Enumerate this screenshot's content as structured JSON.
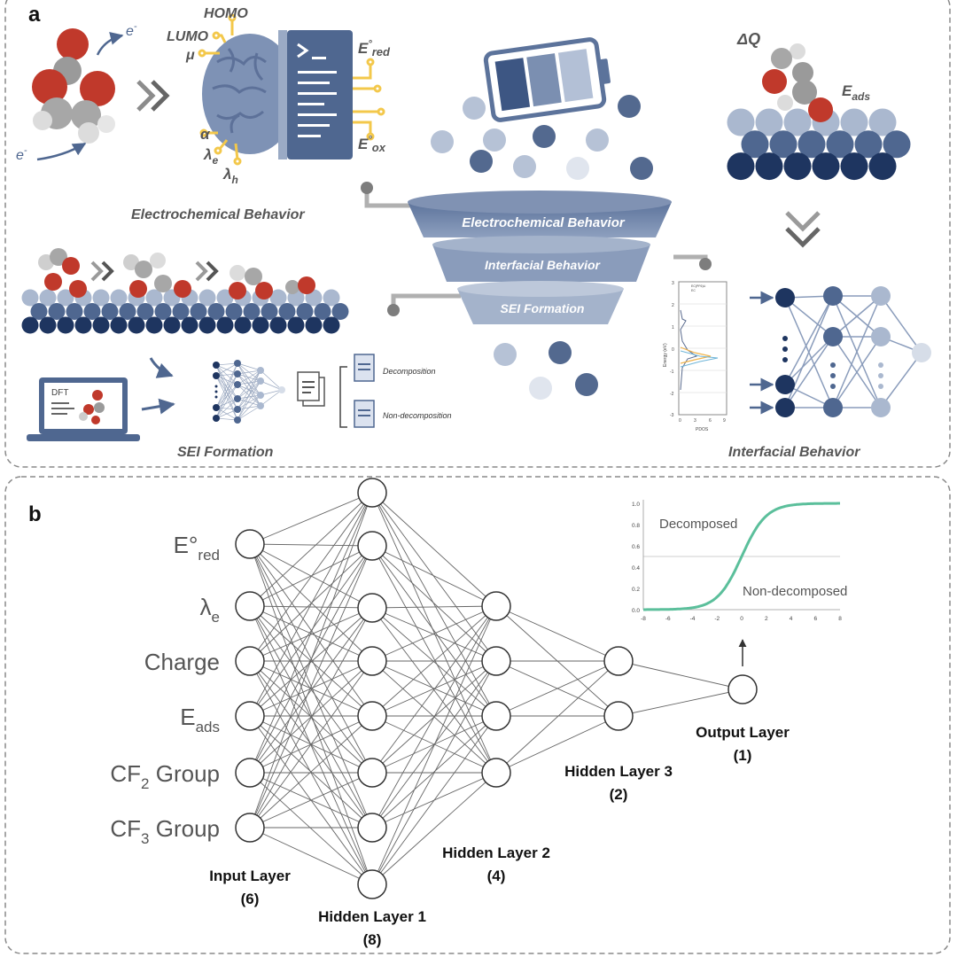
{
  "colors": {
    "navy": "#1e3560",
    "slate": "#4f6790",
    "mid": "#7b8fb1",
    "light": "#aab8cf",
    "pale": "#d6dde8",
    "red": "#c0392b",
    "grey": "#9a9a9a",
    "yellow": "#f3c84b",
    "teal": "#5bbf9b",
    "border": "#8a8a8a"
  },
  "panel_a": {
    "label": "a",
    "electrochem": {
      "title": "Electrochemical Behavior",
      "electron_top": "e",
      "electron_bottom": "e",
      "electron_sup": "-",
      "homo": "HOMO",
      "lumo": "LUMO",
      "mu": "μ",
      "alpha": "α",
      "lambda_e": "λ",
      "lambda_e_sub": "e",
      "lambda_h": "λ",
      "lambda_h_sub": "h",
      "ered": "E",
      "ered_sub": "red",
      "eox": "E",
      "eox_sub": "ox",
      "degree": "°"
    },
    "adsorption": {
      "dq": "ΔQ",
      "eads": "E",
      "eads_sub": "ads"
    },
    "funnel": {
      "level1": "Electrochemical Behavior",
      "level2": "Interfacial Behavior",
      "level3": "SEI Formation"
    },
    "sei": {
      "title": "SEI Formation",
      "dft": "DFT",
      "decomposition": "Decomposition",
      "non_decomposition": "Non-decomposition"
    },
    "interfacial": {
      "title": "Interfacial Behavior",
      "pdos_xlabel": "PDOS",
      "pdos_ylabel": "Energy (eV)",
      "pdos_legend_1": "EC(PF6)Li",
      "pdos_legend_2": "EC",
      "pdos_yticks": [
        "3",
        "2",
        "1",
        "0",
        "-1",
        "-2",
        "-3"
      ],
      "pdos_xticks": [
        "0",
        "3",
        "6",
        "9"
      ]
    }
  },
  "panel_b": {
    "label": "b",
    "inputs": [
      {
        "main": "E°",
        "sub": "red",
        "tail": ""
      },
      {
        "main": "λ",
        "sub": "e",
        "tail": ""
      },
      {
        "main": "Charge",
        "sub": "",
        "tail": ""
      },
      {
        "main": "E",
        "sub": "ads",
        "tail": ""
      },
      {
        "main": "CF",
        "sub": "2",
        "tail": " Group"
      },
      {
        "main": "CF",
        "sub": "3",
        "tail": " Group"
      }
    ],
    "layers": [
      {
        "name": "Input Layer",
        "count_label": "(6)",
        "nodes": 6
      },
      {
        "name": "Hidden Layer 1",
        "count_label": "(8)",
        "nodes": 8
      },
      {
        "name": "Hidden Layer 2",
        "count_label": "(4)",
        "nodes": 4
      },
      {
        "name": "Hidden Layer 3",
        "count_label": "(2)",
        "nodes": 2
      },
      {
        "name": "Output Layer",
        "count_label": "(1)",
        "nodes": 1
      }
    ],
    "sigmoid": {
      "decomposed_label": "Decomposed",
      "non_decomposed_label": "Non-decomposed",
      "xticks": [
        "-8",
        "-6",
        "-4",
        "-2",
        "0",
        "2",
        "4",
        "6",
        "8"
      ],
      "yticks": [
        "0.0",
        "0.2",
        "0.4",
        "0.6",
        "0.8",
        "1.0"
      ],
      "threshold": 0.5
    }
  }
}
